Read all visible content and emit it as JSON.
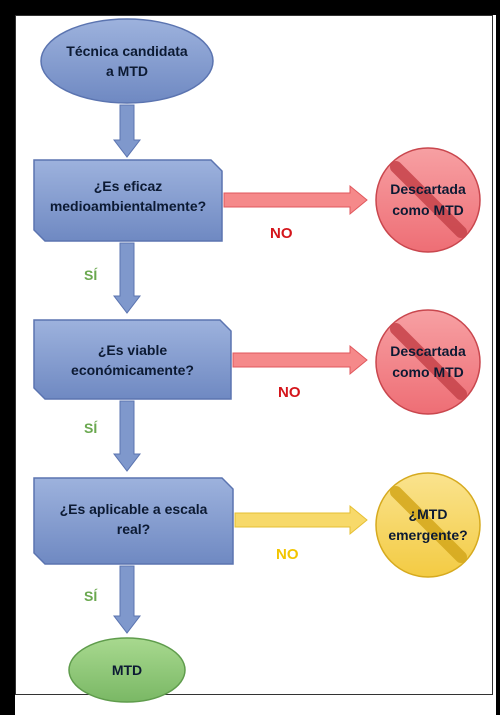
{
  "colors": {
    "process_fill": "#7f98cc",
    "process_stroke": "#5b74b0",
    "start_fill": "#7f98cc",
    "end_fill": "#8ec87a",
    "arrow_blue": "#7f98cc",
    "arrow_red": "#f5898a",
    "arrow_yellow": "#f7d96a",
    "stop_red": "#f0747a",
    "stop_yellow": "#f7d45a",
    "no_red_text": "#d4151b",
    "no_yellow_text": "#f2c500",
    "si_text": "#6aa84f"
  },
  "nodes": {
    "start": "Técnica candidata\na MTD",
    "q1": "¿Es eficaz\nmedioambientalmente?",
    "q2": "¿Es viable\neconómicamente?",
    "q3": "¿Es aplicable a escala\nreal?",
    "end": "MTD"
  },
  "outcomes": {
    "o1": "Descartada\ncomo MTD",
    "o2": "Descartada\ncomo MTD",
    "o3": "¿MTD\nemergente?"
  },
  "edge_labels": {
    "no1": "NO",
    "no2": "NO",
    "no3": "NO",
    "si1": "SÍ",
    "si2": "SÍ",
    "si3": "SÍ"
  }
}
